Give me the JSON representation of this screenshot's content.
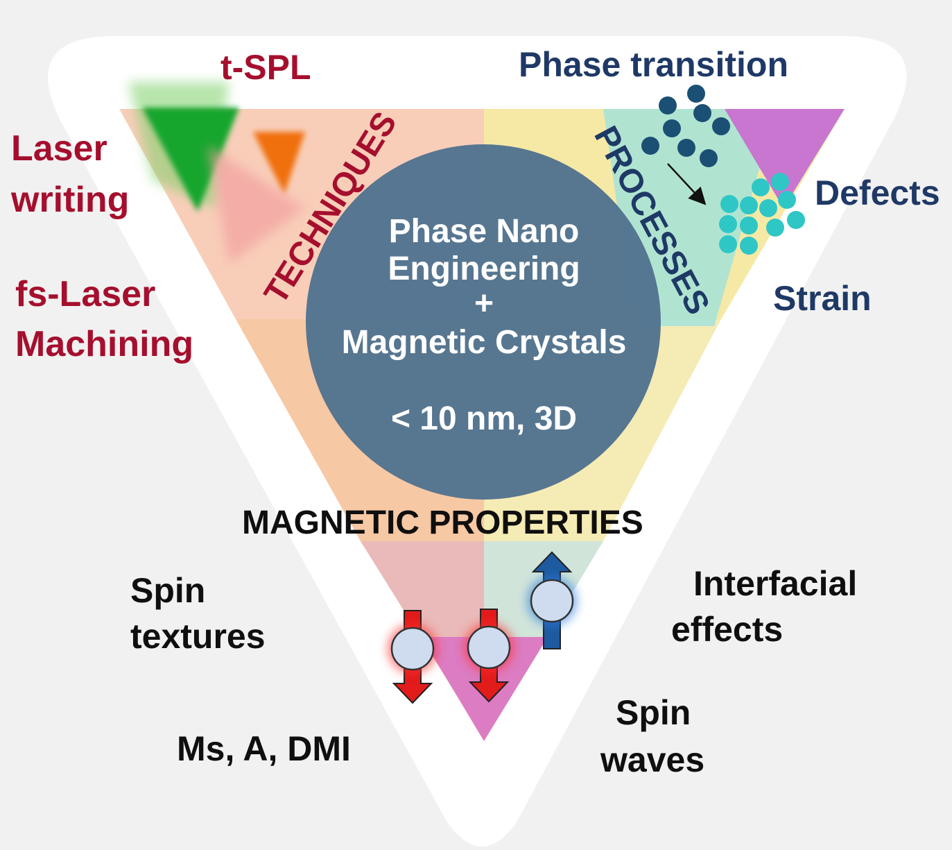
{
  "techniques": {
    "axis_label": "TECHNIQUES",
    "items": [
      "t-SPL",
      "Laser",
      "writing",
      "fs-Laser",
      "Machining"
    ]
  },
  "processes": {
    "axis_label": "PROCESSES",
    "items": [
      "Phase transition",
      "Defects",
      "Strain"
    ]
  },
  "center": {
    "line1": "Phase Nano",
    "line2": "Engineering",
    "plus": "+",
    "line3": "Magnetic Crystals",
    "scale": "< 10 nm, 3D"
  },
  "magnetic": {
    "heading": "MAGNETIC PROPERTIES",
    "items": [
      "Spin",
      "textures",
      "Ms, A, DMI",
      "Interfacial",
      "effects",
      "Spin",
      "waves"
    ]
  },
  "colors": {
    "techniques_text": "#a50f2d",
    "processes_text": "#1f3966",
    "center_circle": "#52738f",
    "phase_dots": "#1b4f73",
    "defect_dots": "#2fc6c6",
    "spin_down": "#e21b1b",
    "spin_up": "#1e5aa0"
  }
}
